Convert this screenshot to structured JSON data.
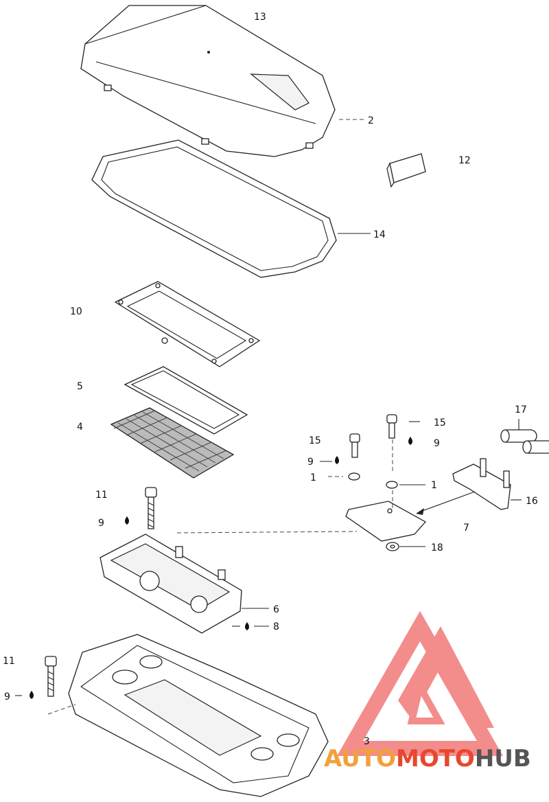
{
  "diagram": {
    "callouts": {
      "c13": "13",
      "c2": "2",
      "c12": "12",
      "c14": "14",
      "c10": "10",
      "c5": "5",
      "c4": "4",
      "c15a": "15",
      "c15b": "15",
      "c17": "17",
      "c9a": "9",
      "c9b": "9",
      "c9c": "9",
      "c9d": "9",
      "c1a": "1",
      "c1b": "1",
      "c16": "16",
      "c11a": "11",
      "c11b": "11",
      "c7": "7",
      "c18": "18",
      "c6": "6",
      "c8": "8",
      "c3": "3"
    },
    "icons": {
      "lubricant": "oil-drop-icon"
    }
  },
  "watermark": {
    "part1": "AUTO",
    "part2": "MOTO",
    "part3": "HUB",
    "colors": {
      "auto": "#f2a13a",
      "moto": "#e8472f",
      "hub": "#555555",
      "logo": "#f07a78"
    }
  }
}
